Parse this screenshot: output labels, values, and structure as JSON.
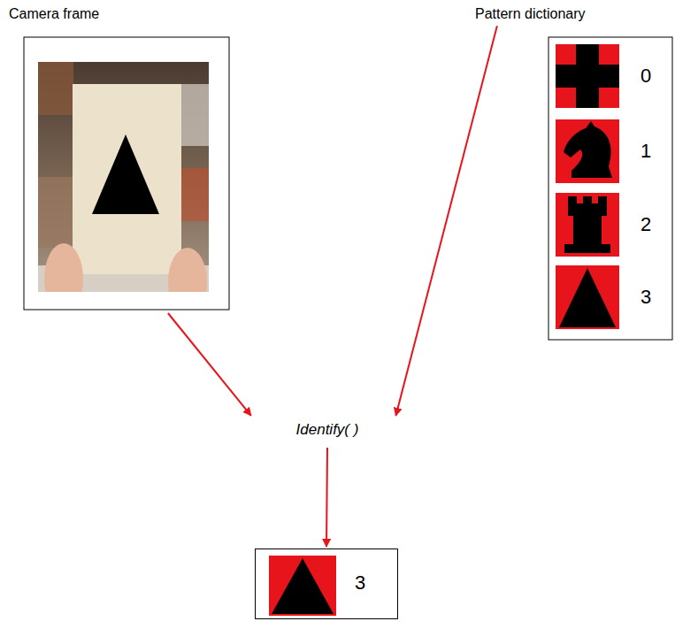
{
  "diagram": {
    "nodes": [
      {
        "text": [
          "Camera frame"
        ]
      },
      {
        "text": [
          "Pattern dictionary",
          "0",
          "1",
          "2",
          "3"
        ]
      },
      {
        "text": [
          "Identify( )"
        ]
      },
      {
        "text": [
          "3"
        ]
      }
    ],
    "edges": [
      {
        "from": 0,
        "to": 2,
        "arrow": "to"
      },
      {
        "from": 1,
        "to": 2,
        "arrow": "to"
      },
      {
        "from": 2,
        "to": 3,
        "arrow": "to"
      }
    ]
  }
}
